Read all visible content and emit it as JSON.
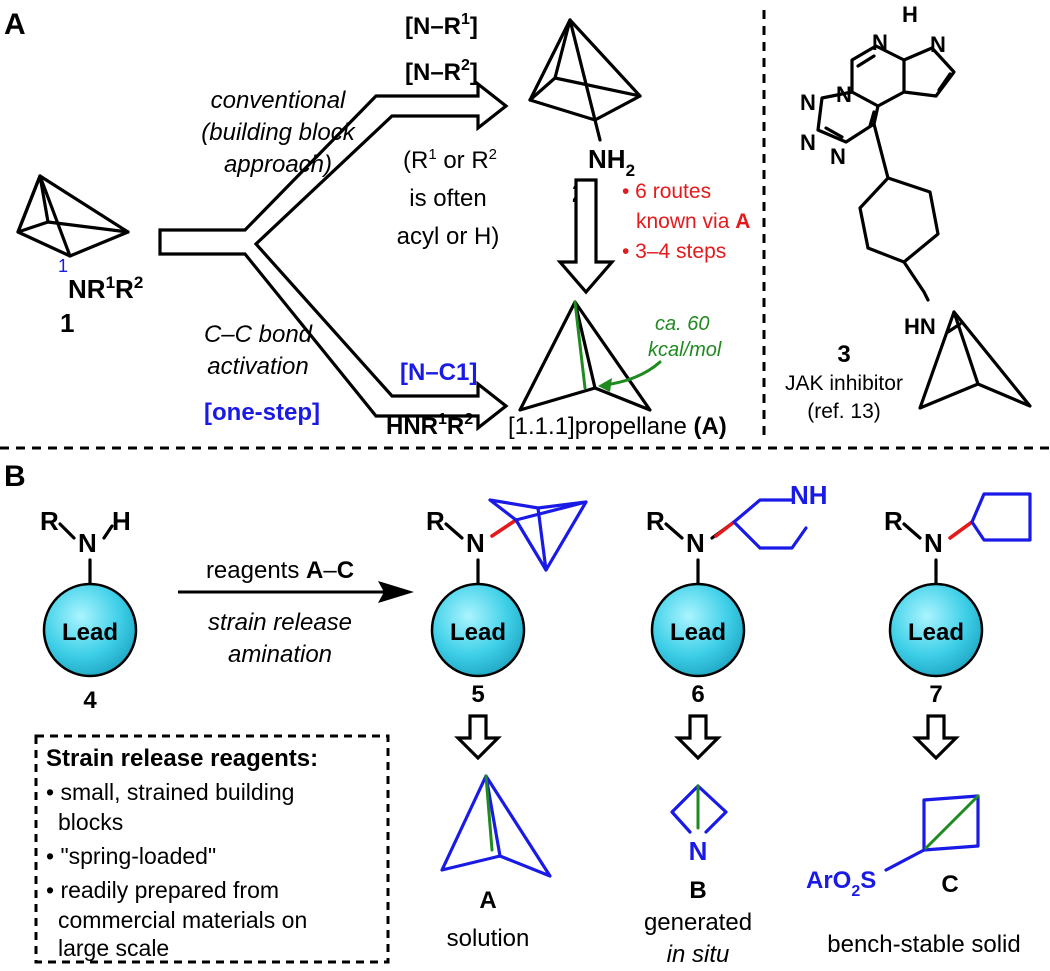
{
  "panel_a": {
    "label": "A",
    "n_r1": "[N–R",
    "n_r2": "[N–R",
    "conv1": "conventional",
    "conv2": "(building block",
    "conv3": "approach)",
    "cc1": "C–C bond",
    "cc2": "activation",
    "one_step": "[one-step]",
    "n_c1": "[N–C1]",
    "cmpd1_sub": "NR",
    "cmpd1_pos": "1",
    "cmpd1_label": "1",
    "cmpd2_nh": "NH",
    "cmpd2_label": "2",
    "note1": "(R",
    "note1b": " or R",
    "note2": "is often",
    "note3": "acyl or H)",
    "routes1": "• 6 routes",
    "routes2": "known via ",
    "routes2b": "A",
    "routes3": "• 3–4 steps",
    "energy1": "ca. 60",
    "energy2": "kcal/mol",
    "hnr": "HNR",
    "propellane": "[1.1.1]propellane ",
    "propellane_b": "(A)",
    "cmpd3_label": "3",
    "cmpd3_name": "JAK inhibitor",
    "cmpd3_ref": "(ref. 13)",
    "atoms": {
      "N": "N",
      "H": "H",
      "HN": "HN"
    }
  },
  "panel_b": {
    "label": "B",
    "R": "R",
    "N": "N",
    "H": "H",
    "NH": "NH",
    "lead": "Lead",
    "reagents": "reagents ",
    "reagents_b": "A",
    "reagents_c": "–",
    "reagents_d": "C",
    "strain1": "strain release",
    "strain2": "amination",
    "cmpd4": "4",
    "cmpd5": "5",
    "cmpd6": "6",
    "cmpd7": "7",
    "box_title": "Strain release reagents:",
    "box_items": [
      "• small, strained building",
      "  blocks",
      "• \"spring-loaded\"",
      "• readily prepared from",
      "  commercial materials on",
      "  large scale"
    ],
    "reagent_A": "A",
    "reagent_A_desc": "solution",
    "reagent_B": "B",
    "reagent_B_desc1": "generated",
    "reagent_B_desc2": "in situ",
    "reagent_C": "C",
    "reagent_C_desc": "bench-stable solid",
    "aro2s": "ArO",
    "aro2s_s": "S"
  },
  "colors": {
    "blue": "#1a1ae6",
    "red": "#e41a1c",
    "green": "#1f8a1f",
    "lead_fill": "#3fd0e8"
  }
}
